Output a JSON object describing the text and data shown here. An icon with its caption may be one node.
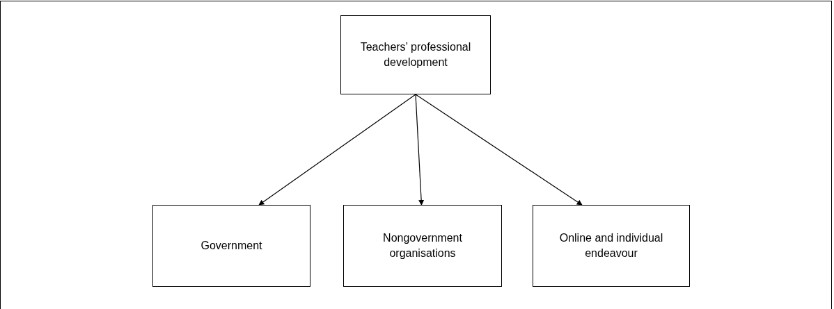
{
  "diagram": {
    "nodes": [
      {
        "text": [
          "Teachers’ professional development"
        ]
      },
      {
        "text": [
          "Government"
        ]
      },
      {
        "text": [
          "Nongovernment organisations"
        ]
      },
      {
        "text": [
          "Online and individual endeavour"
        ]
      }
    ],
    "edges": [
      {
        "from": 0,
        "to": 1,
        "arrow": "to"
      },
      {
        "from": 0,
        "to": 2,
        "arrow": "to"
      },
      {
        "from": 0,
        "to": 3,
        "arrow": "to"
      }
    ]
  }
}
